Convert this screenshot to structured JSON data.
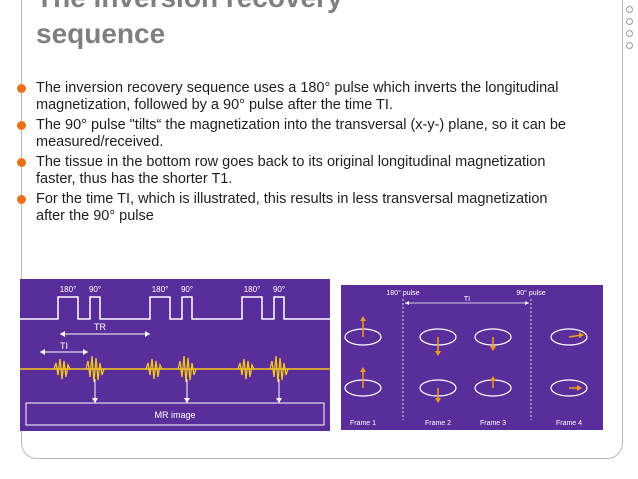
{
  "slide": {
    "title_line1": "The inversion recovery",
    "title_line2": "sequence",
    "bullets": [
      "The inversion recovery sequence uses a 180° pulse which inverts the longitudinal magnetization, followed by a 90° pulse after the time TI.",
      "The 90° pulse \"tilts“ the magnetization into the transversal (x-y-) plane, so it can be measured/received.",
      "The tissue in the bottom row goes back to its original longitudinal magnetization faster, thus has the shorter T1.",
      "For the time TI, which is illustrated, this results in less transversal magnetization after the 90° pulse"
    ]
  },
  "diagram_left": {
    "pulse_labels": [
      "180°",
      "90°",
      "180°",
      "90°",
      "180°",
      "90°"
    ],
    "tr_label": "TR",
    "ti_label": "TI",
    "box_label": "MR image"
  },
  "diagram_right": {
    "pulse180_label": "180° pulse",
    "pulse90_label": "90° pulse",
    "ti_label": "TI",
    "frames": [
      "Frame 1",
      "Frame 2",
      "Frame 3",
      "Frame 4"
    ]
  },
  "colors": {
    "accent": "#e9711c",
    "title": "#7f7f7f",
    "figure_bg": "#5a2e9a",
    "arrow": "#f39a1e"
  }
}
